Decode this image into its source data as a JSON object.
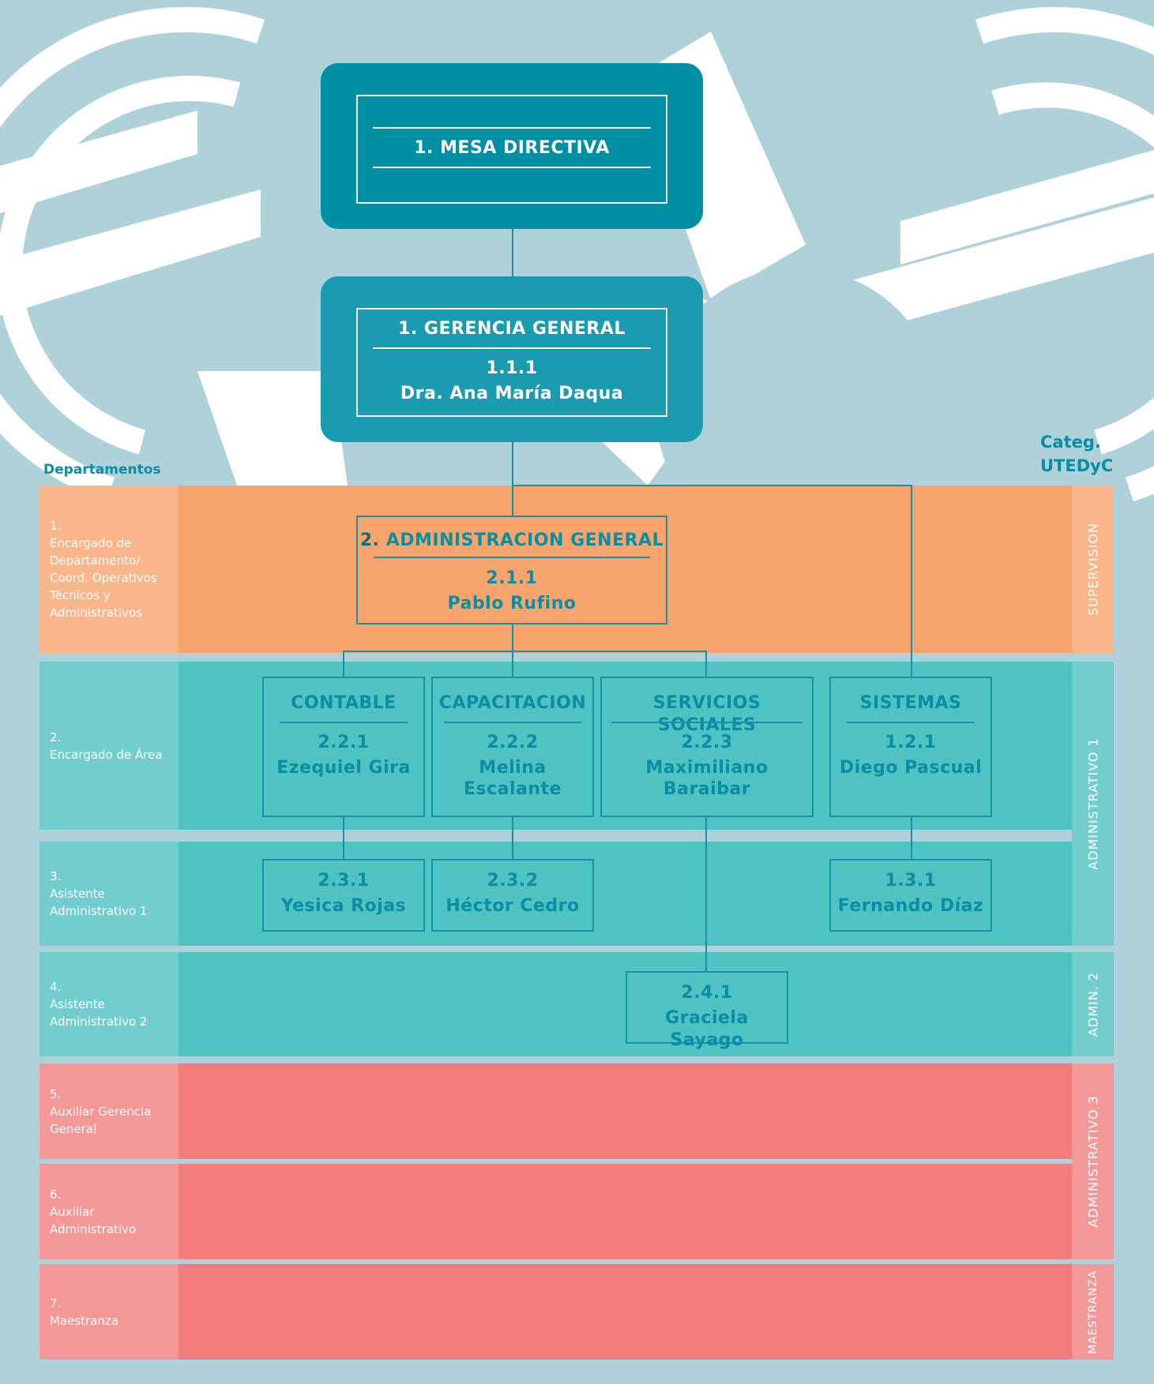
{
  "header": {
    "left_label": "Departamentos",
    "right_label_line1": "Categ.",
    "right_label_line2": "UTEDyC"
  },
  "colors": {
    "background": "#afd1da",
    "teal_dark": "#008fa3",
    "teal_mid": "#1a9bb0",
    "orange": "#f6a46c",
    "orange_label": "#f8b68a",
    "teal_band": "#4fc2c2",
    "teal_label": "#72cece",
    "red_band": "#f27c7a",
    "red_label": "#f49797",
    "line_color": "#1a8fa5"
  },
  "nodes": {
    "mesa": {
      "title": "1. MESA DIRECTIVA"
    },
    "gerencia": {
      "title": "1. GERENCIA GENERAL",
      "code": "1.1.1",
      "name": "Dra. Ana María Daqua"
    },
    "admin": {
      "title_num": "2.",
      "title_text": " ADMINISTRACION GENERAL",
      "code": "2.1.1",
      "name": "Pablo Rufino"
    },
    "contable": {
      "title": "CONTABLE",
      "code": "2.2.1",
      "name": "Ezequiel Gira"
    },
    "capacitacion": {
      "title": "CAPACITACION",
      "code": "2.2.2",
      "name_line1": "Melina",
      "name_line2": "Escalante"
    },
    "servicios": {
      "title": "SERVICIOS SOCIALES",
      "code": "2.2.3",
      "name_line1": "Maximiliano",
      "name_line2": "Baraibar"
    },
    "sistemas": {
      "title": "SISTEMAS",
      "code": "1.2.1",
      "name": "Diego Pascual"
    },
    "asist_contable": {
      "code": "2.3.1",
      "name": "Yesica Rojas"
    },
    "asist_capacitacion": {
      "code": "2.3.2",
      "name": "Héctor Cedro"
    },
    "asist_sistemas": {
      "code": "1.3.1",
      "name": "Fernando Díaz"
    },
    "asist2_servicios": {
      "code": "2.4.1",
      "name": "Graciela Sayago"
    }
  },
  "departments": [
    {
      "label": "1.\nEncargado de\nDepartamento/\nCoord. Operativos\nTécnicos y\nAdministrativos"
    },
    {
      "label": "2.\nEncargado de Área"
    },
    {
      "label": "3.\nAsistente\nAdministrativo  1"
    },
    {
      "label": "4.\nAsistente\nAdministrativo  2"
    },
    {
      "label": "5.\nAuxiliar Gerencia\nGeneral"
    },
    {
      "label": "6.\nAuxiliar\nAdministrativo"
    },
    {
      "label": "7.\nMaestranza"
    }
  ],
  "categories": [
    "SUPERVISION",
    "ADMINISTRATIVO  1",
    "ADMIN. 2",
    "ADMINISTRATIVO  3",
    "MAESTRANZA"
  ]
}
